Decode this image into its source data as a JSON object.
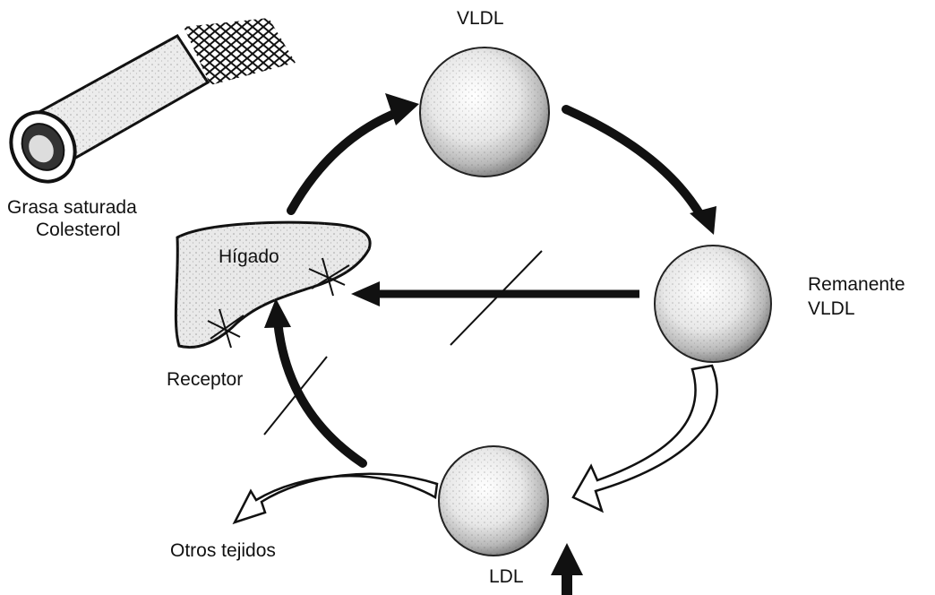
{
  "labels": {
    "vldl": "VLDL",
    "grasa": "Grasa saturada",
    "colesterol": "Colesterol",
    "higado": "Hígado",
    "remanente": "Remanente",
    "remanente_vldl": "VLDL",
    "receptor": "Receptor",
    "otros_tejidos": "Otros tejidos",
    "ldl": "LDL"
  },
  "colors": {
    "ink": "#111111",
    "background": "#ffffff"
  },
  "icons": [
    "artery-icon",
    "liver-icon",
    "receptor-icon"
  ]
}
